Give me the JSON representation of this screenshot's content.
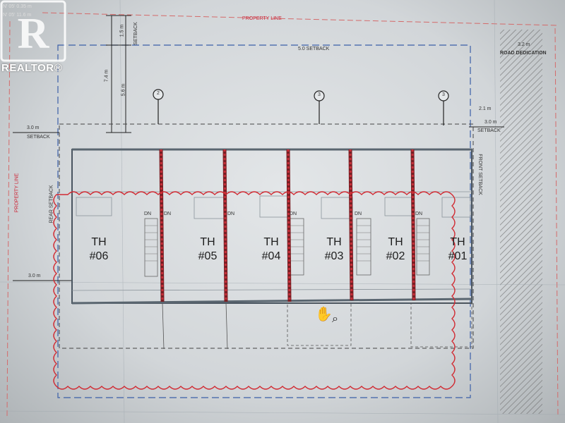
{
  "watermark": {
    "brand": "REALTOR®"
  },
  "property_line_top": "PROPERTY LINE",
  "property_line_left": "PROPERTY LINE",
  "road_dedication": {
    "label": "ROAD DEDICATION",
    "value": "3.2 m"
  },
  "setbacks": {
    "top": "5.0 SETBACK",
    "left": "3.0 m",
    "left_word": "SETBACK",
    "right": "3.0 m",
    "right_word": "SETBACK",
    "right_small": "2.1 m",
    "vertical_a": "1.5 m",
    "vertical_a_word": "SETBACK",
    "vertical_b": "7.4 m",
    "vertical_c": "5.6 m",
    "left_dim": "3.0 m",
    "rear": "REAR SETBACK",
    "front": "FRONT SETBACK"
  },
  "corner_notes": [
    "N' 05' 0.35 m",
    "N' 05' 11.6 m"
  ],
  "section_markers": [
    "2",
    "3",
    "3"
  ],
  "units": [
    {
      "prefix": "TH",
      "number": "#06"
    },
    {
      "prefix": "TH",
      "number": "#05"
    },
    {
      "prefix": "TH",
      "number": "#04"
    },
    {
      "prefix": "TH",
      "number": "#03"
    },
    {
      "prefix": "TH",
      "number": "#02"
    },
    {
      "prefix": "TH",
      "number": "#01"
    }
  ],
  "stair_labels": [
    "DN",
    "DN",
    "DN",
    "DN",
    "DN",
    "DN"
  ],
  "colors": {
    "party_wall": "#c8303a",
    "revision_cloud": "#d12a32",
    "building_line": "#4a5560",
    "setback_line": "#3b5fa8"
  },
  "icons": [
    "hand-grab-icon",
    "zoom-icon"
  ]
}
